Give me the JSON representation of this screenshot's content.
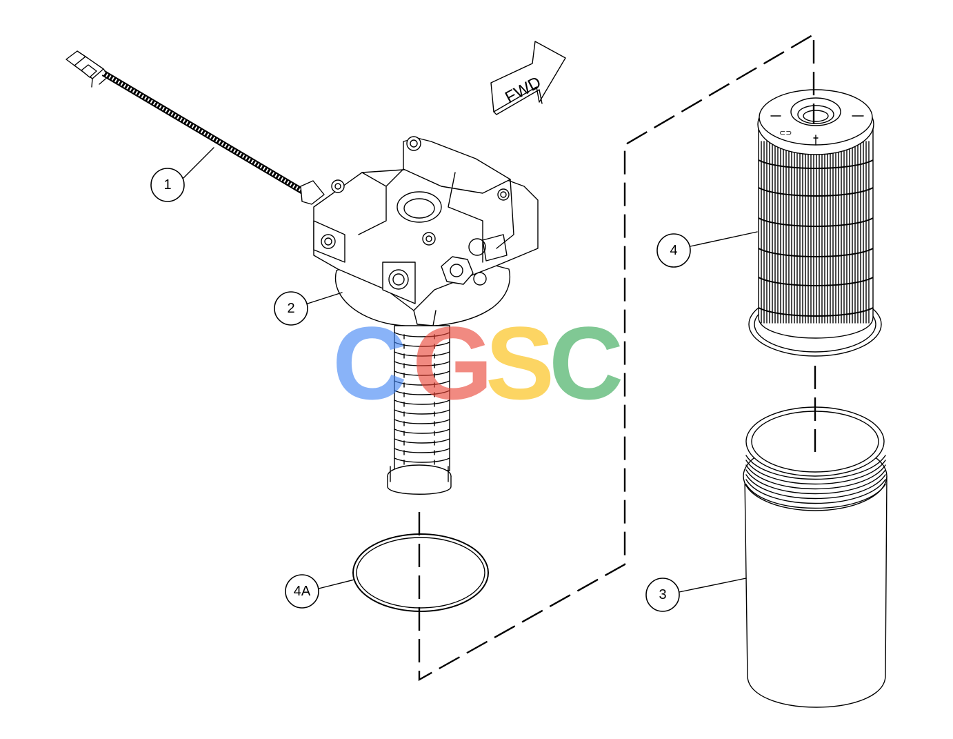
{
  "diagram": {
    "direction_label": "FWD",
    "callouts": [
      {
        "id": "part-1",
        "label": "1"
      },
      {
        "id": "part-2",
        "label": "2"
      },
      {
        "id": "part-4",
        "label": "4"
      },
      {
        "id": "part-4A",
        "label": "4A"
      },
      {
        "id": "part-3",
        "label": "3"
      }
    ],
    "watermark": {
      "letters": [
        "C",
        "G",
        "S",
        "C"
      ],
      "colors": [
        "#4285f4",
        "#ea4335",
        "#fbbc05",
        "#34a853"
      ]
    }
  }
}
